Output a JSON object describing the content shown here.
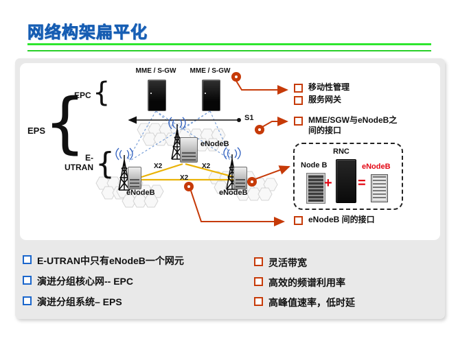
{
  "title": "网络构架扁平化",
  "diagram": {
    "eps": "EPS",
    "epc": "EPC",
    "eutran_line1": "E-",
    "eutran_line2": "UTRAN",
    "mme1": "MME / S-GW",
    "mme2": "MME / S-GW",
    "s1": "S1",
    "x2": {
      "left": "X2",
      "mid": "X2",
      "right": "X2"
    },
    "enodeb": {
      "left": "eNodeB",
      "mid": "eNodeB",
      "right": "eNodeB"
    },
    "rnc_box": {
      "title": "RNC",
      "node_b": "Node B",
      "enodeb": "eNodeB",
      "plus": "+",
      "equals": "="
    },
    "callouts": {
      "mobility": "移动性管理",
      "sgw": "服务网关",
      "s1_line1": "MME/SGW与eNodeB之",
      "s1_line2": "间的接口",
      "x2": "eNodeB 间的接口"
    }
  },
  "bullets_left": [
    "E-UTRAN中只有eNodeB一个网元",
    "演进分组核心网-- EPC",
    "演进分组系统– EPS"
  ],
  "bullets_right": [
    "灵活带宽",
    "高效的频谱利用率",
    "高峰值速率，低时延"
  ],
  "colors": {
    "title_blue": "#2478d4",
    "underline_green": "#2ee62e",
    "accent_red": "#c63a08",
    "x2_yellow": "#eab308",
    "dashed_link_blue": "#7aa0d8",
    "bullet_blue": "#1a66cc",
    "rnc_red": "#e30613"
  }
}
